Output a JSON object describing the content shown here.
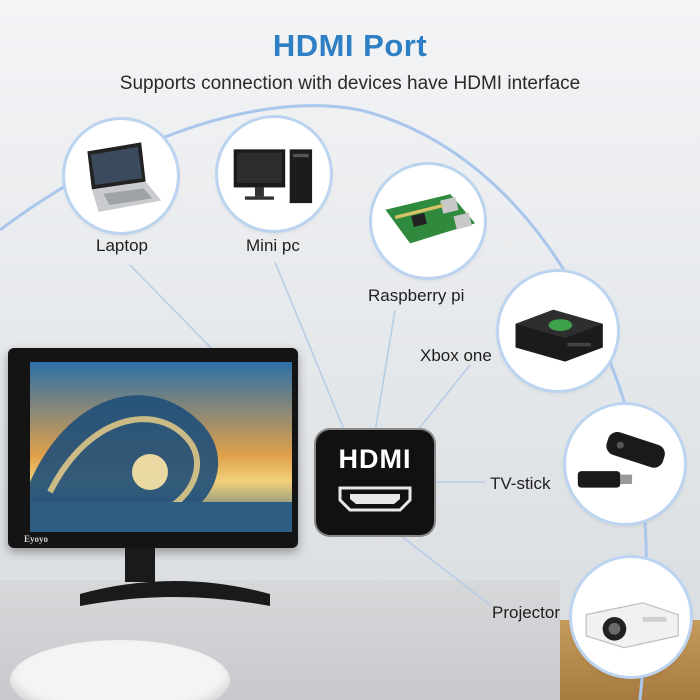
{
  "header": {
    "title": "HDMI Port",
    "subtitle": "Supports connection with devices have HDMI interface"
  },
  "devices": [
    {
      "label": "Laptop",
      "icon": "laptop-icon"
    },
    {
      "label": "Mini pc",
      "icon": "mini-pc-icon"
    },
    {
      "label": "Raspberry pi",
      "icon": "raspberry-pi-icon"
    },
    {
      "label": "Xbox one",
      "icon": "xbox-icon"
    },
    {
      "label": "TV-stick",
      "icon": "tv-stick-icon"
    },
    {
      "label": "Projector",
      "icon": "projector-icon"
    }
  ],
  "monitor": {
    "brand": "Eyoyo"
  },
  "hdmi": {
    "label": "HDMI"
  },
  "colors": {
    "title": "#2e7fc3",
    "arc": "#a9c7ec",
    "hdmi_box": "#111111"
  }
}
